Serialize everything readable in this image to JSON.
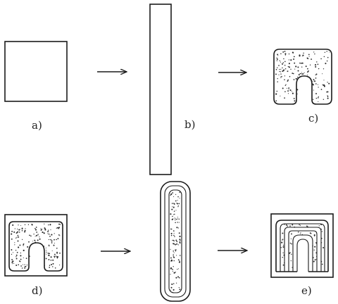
{
  "labels": {
    "a": "a)",
    "b": "b)",
    "c": "c)",
    "d": "d)",
    "e": "e)"
  }
}
